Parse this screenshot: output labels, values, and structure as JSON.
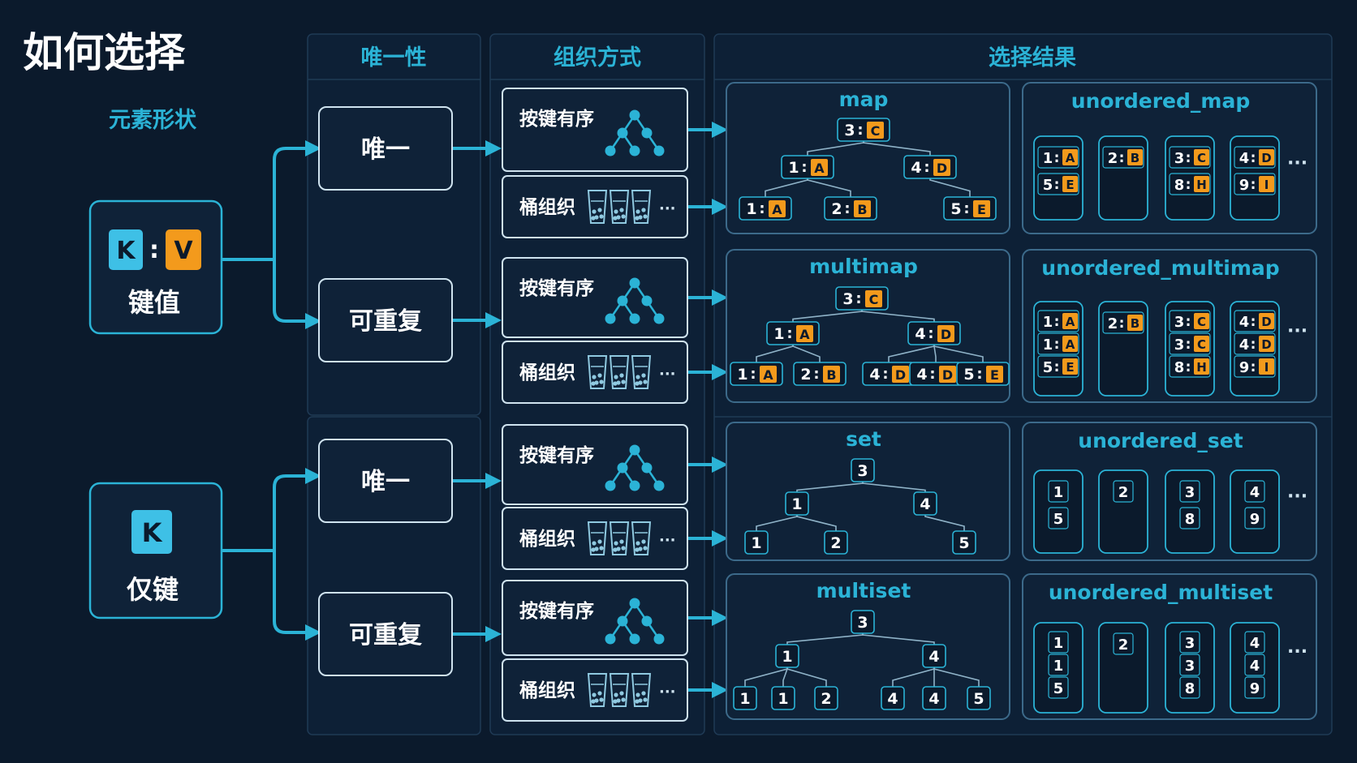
{
  "title": "如何选择",
  "element_shape_label": "元素形状",
  "columns": {
    "uniqueness": "唯一性",
    "organization": "组织方式",
    "result": "选择结果"
  },
  "shapes": {
    "kv": {
      "key_chip": "K",
      "sep": ":",
      "value_chip": "V",
      "label": "键值"
    },
    "k": {
      "key_chip": "K",
      "label": "仅键"
    }
  },
  "uniqueness_labels": [
    "唯一",
    "可重复",
    "唯一",
    "可重复"
  ],
  "organization_labels": {
    "ordered": "按键有序",
    "bucket": "桶组织",
    "ellipsis": "···"
  },
  "colors": {
    "accent": "#2bb3d6",
    "key_chip": "#3ec0e6",
    "value_chip": "#f39a1c",
    "bg": "#0b1a2c",
    "panel": "#0d2036"
  },
  "trees": [
    {
      "name": "map",
      "nodes": [
        {
          "id": "r",
          "k": "3",
          "v": "C"
        },
        {
          "id": "a",
          "k": "1",
          "v": "A",
          "p": "r"
        },
        {
          "id": "b",
          "k": "4",
          "v": "D",
          "p": "r"
        },
        {
          "id": "c",
          "k": "1",
          "v": "A",
          "p": "a"
        },
        {
          "id": "d",
          "k": "2",
          "v": "B",
          "p": "a"
        },
        {
          "id": "e",
          "k": "5",
          "v": "E",
          "p": "b"
        }
      ]
    },
    {
      "name": "multimap",
      "nodes": [
        {
          "id": "r",
          "k": "3",
          "v": "C"
        },
        {
          "id": "a",
          "k": "1",
          "v": "A",
          "p": "r"
        },
        {
          "id": "b",
          "k": "4",
          "v": "D",
          "p": "r"
        },
        {
          "id": "c",
          "k": "1",
          "v": "A",
          "p": "a"
        },
        {
          "id": "d",
          "k": "2",
          "v": "B",
          "p": "a"
        },
        {
          "id": "e",
          "k": "4",
          "v": "D",
          "p": "b"
        },
        {
          "id": "f",
          "k": "4",
          "v": "D",
          "p": "b"
        },
        {
          "id": "g",
          "k": "5",
          "v": "E",
          "p": "b"
        }
      ]
    },
    {
      "name": "set",
      "nodes": [
        {
          "id": "r",
          "k": "3"
        },
        {
          "id": "a",
          "k": "1",
          "p": "r"
        },
        {
          "id": "b",
          "k": "4",
          "p": "r"
        },
        {
          "id": "c",
          "k": "1",
          "p": "a"
        },
        {
          "id": "d",
          "k": "2",
          "p": "a"
        },
        {
          "id": "e",
          "k": "5",
          "p": "b"
        }
      ]
    },
    {
      "name": "multiset",
      "nodes": [
        {
          "id": "r",
          "k": "3"
        },
        {
          "id": "a",
          "k": "1",
          "p": "r"
        },
        {
          "id": "b",
          "k": "4",
          "p": "r"
        },
        {
          "id": "c",
          "k": "1",
          "p": "a"
        },
        {
          "id": "d",
          "k": "1",
          "p": "a"
        },
        {
          "id": "e",
          "k": "2",
          "p": "a"
        },
        {
          "id": "f",
          "k": "4",
          "p": "b"
        },
        {
          "id": "g",
          "k": "4",
          "p": "b"
        },
        {
          "id": "h",
          "k": "5",
          "p": "b"
        }
      ]
    }
  ],
  "hashes": [
    {
      "name": "unordered_map",
      "buckets": [
        [
          {
            "k": "1",
            "v": "A"
          },
          {
            "k": "5",
            "v": "E"
          }
        ],
        [
          {
            "k": "2",
            "v": "B"
          }
        ],
        [
          {
            "k": "3",
            "v": "C"
          },
          {
            "k": "8",
            "v": "H"
          }
        ],
        [
          {
            "k": "4",
            "v": "D"
          },
          {
            "k": "9",
            "v": "I"
          }
        ]
      ]
    },
    {
      "name": "unordered_multimap",
      "buckets": [
        [
          {
            "k": "1",
            "v": "A"
          },
          {
            "k": "1",
            "v": "A"
          },
          {
            "k": "5",
            "v": "E"
          }
        ],
        [
          {
            "k": "2",
            "v": "B"
          }
        ],
        [
          {
            "k": "3",
            "v": "C"
          },
          {
            "k": "3",
            "v": "C"
          },
          {
            "k": "8",
            "v": "H"
          }
        ],
        [
          {
            "k": "4",
            "v": "D"
          },
          {
            "k": "4",
            "v": "D"
          },
          {
            "k": "9",
            "v": "I"
          }
        ]
      ]
    },
    {
      "name": "unordered_set",
      "buckets": [
        [
          {
            "k": "1"
          },
          {
            "k": "5"
          }
        ],
        [
          {
            "k": "2"
          }
        ],
        [
          {
            "k": "3"
          },
          {
            "k": "8"
          }
        ],
        [
          {
            "k": "4"
          },
          {
            "k": "9"
          }
        ]
      ]
    },
    {
      "name": "unordered_multiset",
      "buckets": [
        [
          {
            "k": "1"
          },
          {
            "k": "1"
          },
          {
            "k": "5"
          }
        ],
        [
          {
            "k": "2"
          }
        ],
        [
          {
            "k": "3"
          },
          {
            "k": "3"
          },
          {
            "k": "8"
          }
        ],
        [
          {
            "k": "4"
          },
          {
            "k": "4"
          },
          {
            "k": "9"
          }
        ]
      ]
    }
  ],
  "hash_ellipsis": "···"
}
